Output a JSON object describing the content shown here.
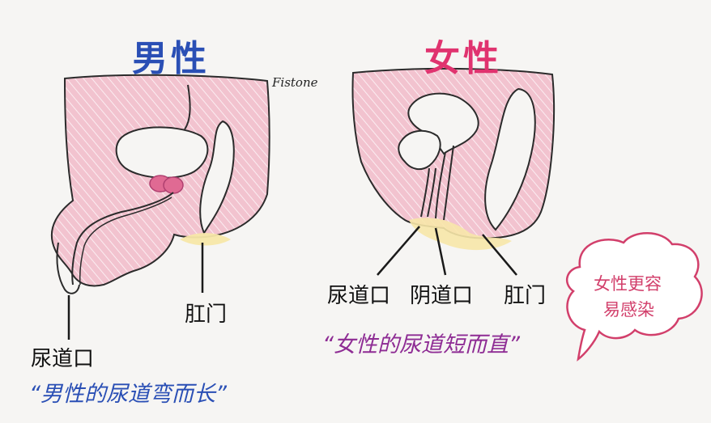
{
  "titles": {
    "male": "男性",
    "female": "女性"
  },
  "signature": "Fistone",
  "male_labels": {
    "urethral_opening": "尿道口",
    "anus": "肛门"
  },
  "female_labels": {
    "urethral_opening": "尿道口",
    "vaginal_opening": "阴道口",
    "anus": "肛门"
  },
  "captions": {
    "male": "“男性的尿道弯而长”",
    "female": "“女性的尿道短而直”"
  },
  "callout": {
    "line1": "女性更容",
    "line2": "易感染"
  },
  "colors": {
    "tissue_fill": "#f2c3cf",
    "hatch": "#ffffff",
    "male_title": "#2a4fb5",
    "female_title": "#e0336f",
    "prostate": "#e06a93",
    "perineum_highlight": "#f7e7a8",
    "callout_border": "#d23f6b",
    "female_caption": "#8e2c94"
  }
}
